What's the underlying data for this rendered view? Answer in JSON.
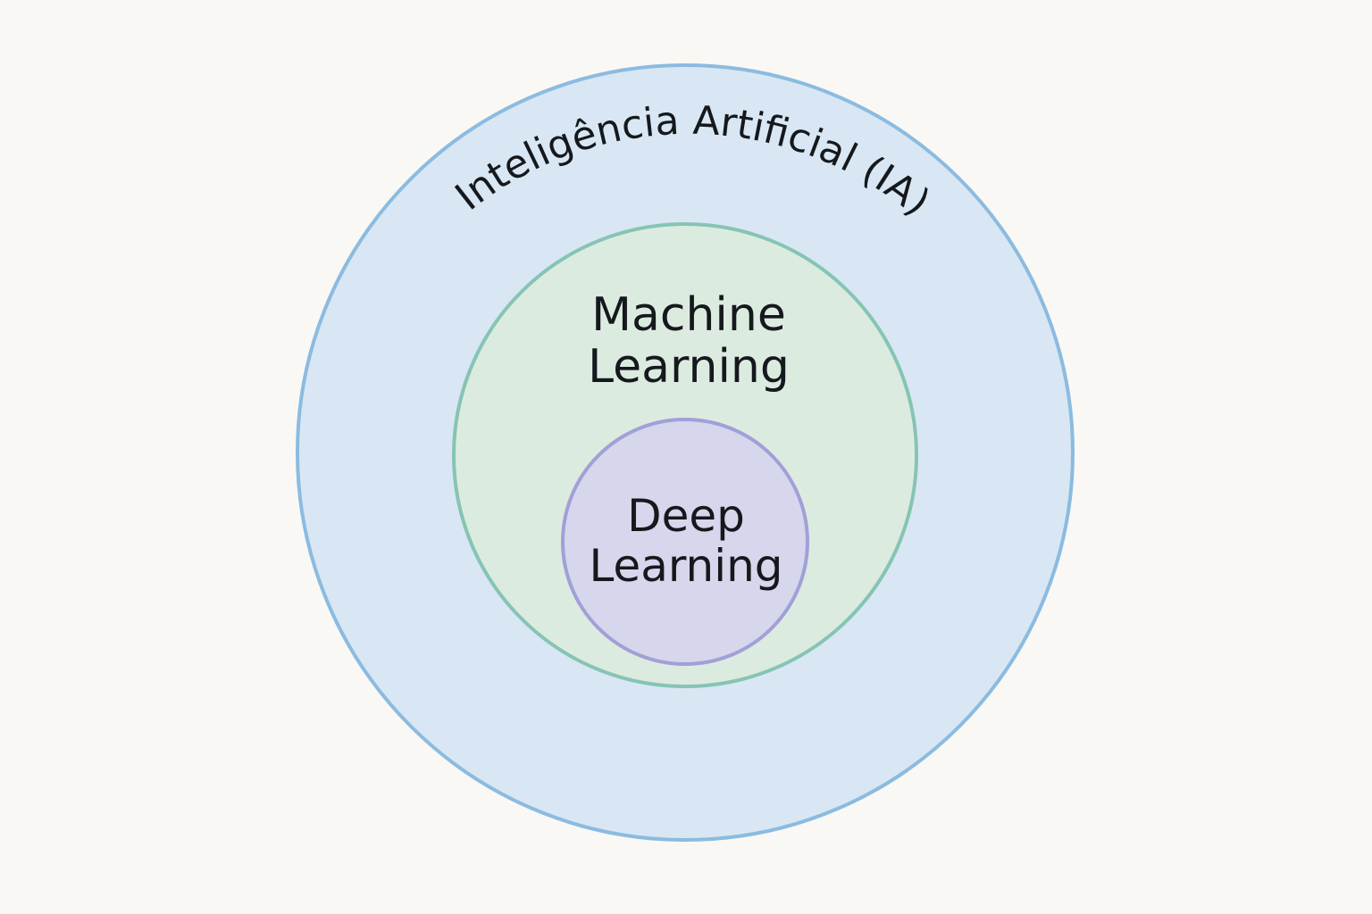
{
  "diagram": {
    "outer": {
      "label": "Inteligência Artificial (IA)",
      "fill": "#d8e7f3",
      "stroke": "#8bbbe0"
    },
    "middle": {
      "label_lines": [
        "Machine",
        "Learning"
      ],
      "fill": "#dcebe0",
      "stroke": "#86c4b4"
    },
    "inner": {
      "label_lines": [
        "Deep",
        "Learning"
      ],
      "fill": "#d6d6ec",
      "stroke": "#a29fd8"
    }
  }
}
